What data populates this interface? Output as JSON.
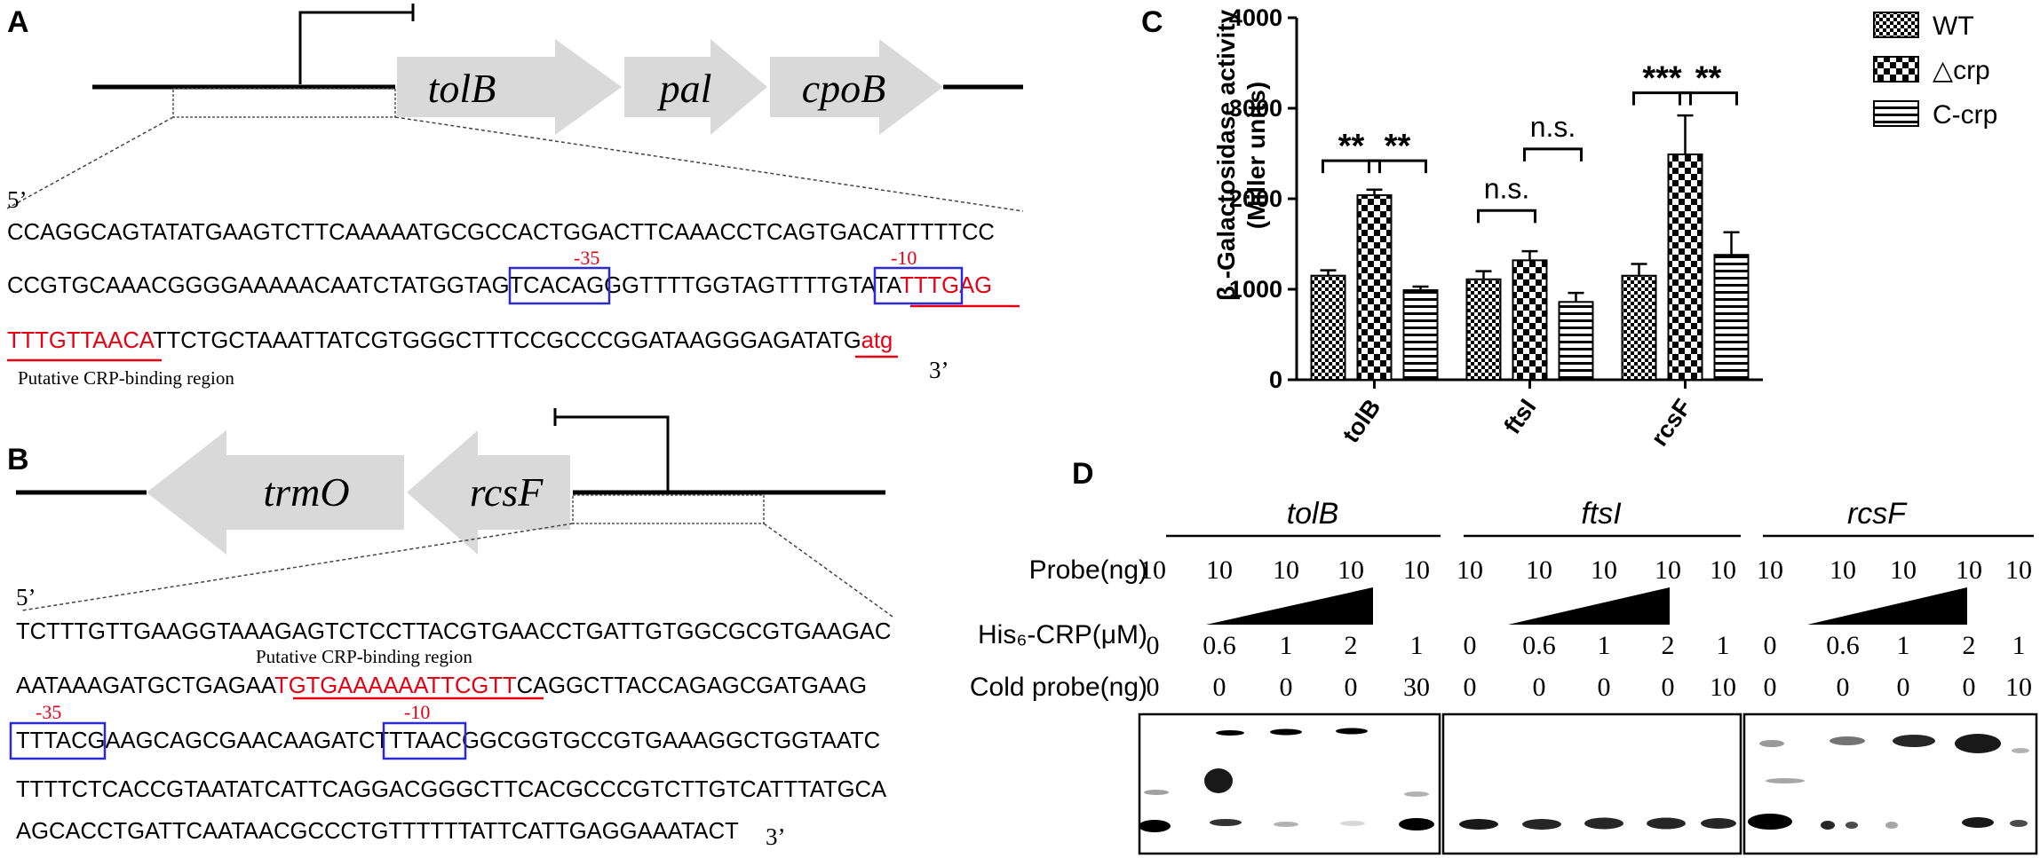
{
  "colors": {
    "gene_arrow": "#d9d9d9",
    "red": "#e60012",
    "box_blue": "#2b2bd6",
    "black": "#000000"
  },
  "panel_a": {
    "letter": "A",
    "genes": [
      "tolB",
      "pal",
      "cpoB"
    ],
    "five_prime": "5’",
    "three_prime": "3’",
    "line1": "CCAGGCAGTATATGAAGTCTTCAAAAATGCGCCACTGGACTTCAAACCTCAGTGACATTTTTCC",
    "line2": {
      "p1": "CCGTGCAAACGGGGAAAAACAATCTATGGTA",
      "box35": "GTCACA",
      "p2": "GGGTTTTGGTAGTTTTG",
      "box10": "TATA",
      "red": "TTTGAG"
    },
    "line3": {
      "red": "TTTGTTAACA",
      "p1": "TTCTGCTAAATTATCGTGGGCTTTCCGCCCGGATAAGGGAGATATG",
      "atg": "atg"
    },
    "label_minus35": "-35",
    "label_minus10": "-10",
    "crp_note": "Putative CRP-binding region"
  },
  "panel_b": {
    "letter": "B",
    "genes": [
      "trmO",
      "rcsF"
    ],
    "five_prime": "5’",
    "three_prime": "3’",
    "line1": "TCTTTGTTGAAGGTAAAGAGTCTCCTTACGTGAACCTGATTGTGGCGCGTGAAGAC",
    "crp_note": "Putative CRP-binding region",
    "line2": {
      "p1": "AATAAAGATGCTGAGAA",
      "red": "TGTGAAAAAATTCGTT",
      "p2": "CAGGCTTACCAGAGCGATGAAG"
    },
    "line3": {
      "box35": "TTTACG",
      "p1": "AAGCAGCGAACAAGATC",
      "box10": "TTTAA",
      "p2": "CGGCGGTGCCGTGAAAGGCTGGTAATC"
    },
    "line4": "TTTTCTCACCGTAATATCATTCAGGACGGGCTTCACGCCCGTCTTGTCATTTATGCA",
    "line5": "AGCACCTGATTCAATAACGCCCTGTTTTTTATTCATTGAGGAAATACT",
    "label_minus35": "-35",
    "label_minus10": "-10"
  },
  "chart_data": {
    "letter": "C",
    "type": "bar",
    "categories": [
      "tolB",
      "ftsI",
      "rcsF"
    ],
    "series": [
      {
        "name": "WT",
        "pattern": "checker",
        "values": [
          1150,
          1110,
          1150
        ],
        "errors": [
          60,
          90,
          130
        ]
      },
      {
        "name": "△crp",
        "pattern": "bigchecker",
        "values": [
          2040,
          1320,
          2490
        ],
        "errors": [
          60,
          100,
          430
        ]
      },
      {
        "name": "C-crp",
        "pattern": "hstripe",
        "values": [
          990,
          860,
          1380
        ],
        "errors": [
          40,
          100,
          250
        ]
      }
    ],
    "ylabel_line1": "β -Galactosidase activity",
    "ylabel_line2": "(Miller units)",
    "yticks": [
      "0",
      "1000",
      "2000",
      "3000",
      "4000"
    ],
    "ylim": [
      0,
      4000
    ],
    "legend_position": "top-right",
    "significance": [
      {
        "category": 0,
        "from": 0,
        "to": 1,
        "label": "**",
        "y": 2420
      },
      {
        "category": 0,
        "from": 1,
        "to": 2,
        "label": "**",
        "y": 2420
      },
      {
        "category": 1,
        "from": 0,
        "to": 1,
        "label": "n.s.",
        "y": 1870
      },
      {
        "category": 1,
        "from": 1,
        "to": 2,
        "label": "n.s.",
        "y": 2550
      },
      {
        "category": 2,
        "from": 0,
        "to": 1,
        "label": "***",
        "y": 3170
      },
      {
        "category": 2,
        "from": 1,
        "to": 2,
        "label": "**",
        "y": 3170
      }
    ]
  },
  "panel_d": {
    "letter": "D",
    "genes": [
      "tolB",
      "ftsI",
      "rcsF"
    ],
    "row_labels": [
      "Probe(ng)",
      "His₆-CRP(μM)",
      "Cold probe(ng)"
    ],
    "probe": [
      "10",
      "10",
      "10",
      "10",
      "10"
    ],
    "crp": [
      "0",
      "0.6",
      "1",
      "2",
      "1"
    ],
    "cold": [
      [
        "0",
        "0",
        "0",
        "0",
        "30"
      ],
      [
        "0",
        "0",
        "0",
        "0",
        "10"
      ],
      [
        "0",
        "0",
        "0",
        "0",
        "10"
      ]
    ]
  }
}
